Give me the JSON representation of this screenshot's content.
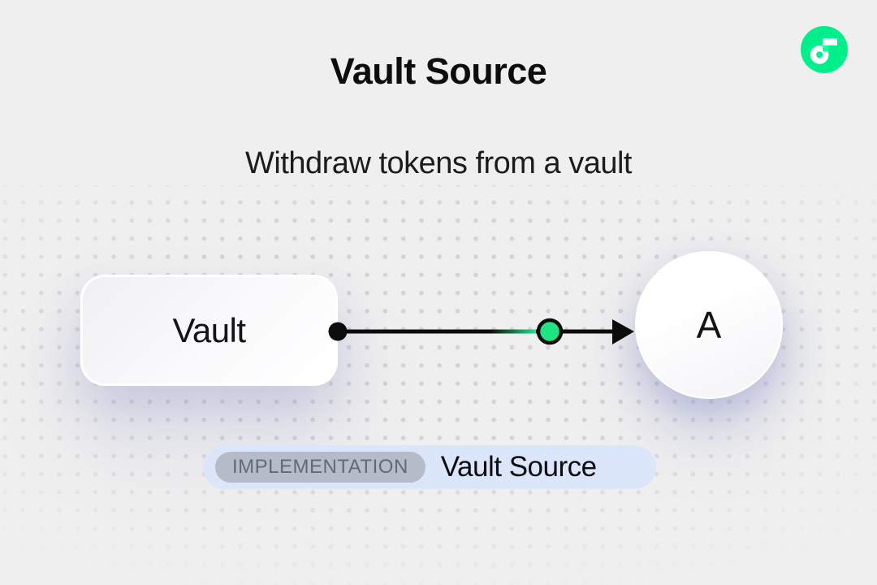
{
  "header": {
    "title": "Vault Source",
    "subtitle": "Withdraw tokens from a vault"
  },
  "logo": {
    "icon": "flow-logo",
    "brand_green": "#00EF8B",
    "accent_green": "#16FF99"
  },
  "diagram": {
    "source_label": "Vault",
    "target_label": "A",
    "line_color": "#0c0c0c",
    "token_color": "#1fe483"
  },
  "caption": {
    "badge": "IMPLEMENTATION",
    "title": "Vault Source",
    "pill_color": "#dbe6fa",
    "badge_color": "#b4bcc9"
  }
}
